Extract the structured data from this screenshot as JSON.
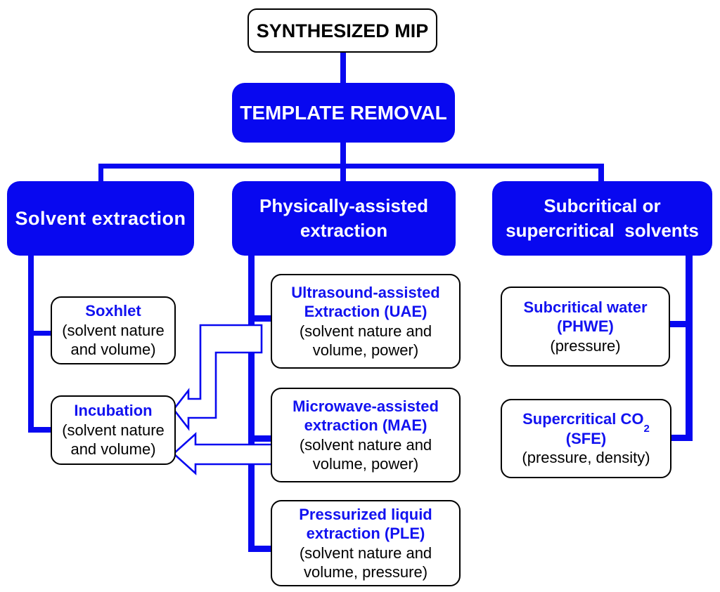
{
  "diagram": {
    "root": {
      "label": "SYNTHESIZED MIP"
    },
    "stage": {
      "label": "TEMPLATE REMOVAL"
    },
    "branches": {
      "solvent": {
        "line1": "Solvent extraction"
      },
      "physical": {
        "line1": "Physically-assisted",
        "line2": "extraction"
      },
      "critical": {
        "line1": "Subcritical or",
        "line2": "supercritical  solvents"
      }
    },
    "nodes": {
      "soxhlet": {
        "title": "Soxhlet",
        "body1": "(solvent nature",
        "body2": "and volume)"
      },
      "incubation": {
        "title": "Incubation",
        "body1": "(solvent nature",
        "body2": "and volume)"
      },
      "uae": {
        "title1": "Ultrasound-assisted",
        "title2": "Extraction (UAE)",
        "body1": "(solvent nature and",
        "body2": "volume, power)"
      },
      "mae": {
        "title1": "Microwave-assisted",
        "title2": "extraction (MAE)",
        "body1": "(solvent nature and",
        "body2": "volume, power)"
      },
      "ple": {
        "title1": "Pressurized liquid",
        "title2": "extraction (PLE)",
        "body1": "(solvent nature and",
        "body2": "volume, pressure)"
      },
      "phwe": {
        "title1": "Subcritical water",
        "title2": "(PHWE)",
        "body1": "(pressure)"
      },
      "sfe": {
        "title1_main": "Supercritical CO",
        "title1_sub": "2",
        "title2": "(SFE)",
        "body1": "(pressure, density)"
      }
    },
    "colors": {
      "blue_fill": "#0808f0",
      "blue_text": "#1212f0",
      "black": "#000000",
      "white": "#ffffff"
    }
  }
}
